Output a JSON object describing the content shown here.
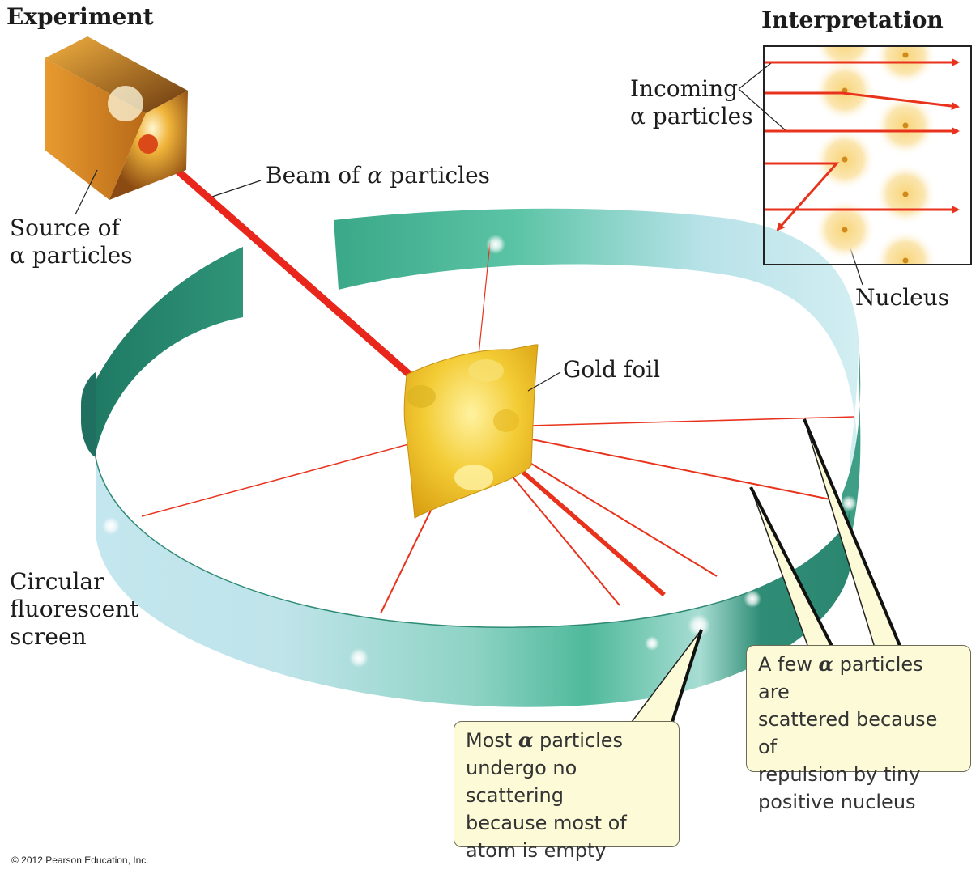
{
  "headers": {
    "experiment": "Experiment",
    "interpretation": "Interpretation"
  },
  "labels": {
    "source_line1": "Source of",
    "source_line2": "α particles",
    "beam_prefix": "Beam of ",
    "beam_alpha": "α",
    "beam_suffix": " particles",
    "gold_foil": "Gold foil",
    "screen_line1": "Circular",
    "screen_line2": "fluorescent",
    "screen_line3": "screen",
    "incoming_line1": "Incoming",
    "incoming_line2": "α particles",
    "nucleus": "Nucleus"
  },
  "callouts": {
    "most": {
      "line1_prefix": "Most ",
      "line1_alpha": "α",
      "line1_suffix": " particles",
      "line2": "undergo no scattering",
      "line3": "because most of",
      "line4": "atom is empty"
    },
    "few": {
      "line1_prefix": "A few ",
      "line1_alpha": "α",
      "line1_suffix": " particles are",
      "line2": "scattered because of",
      "line3": "repulsion by tiny",
      "line4": "positive nucleus"
    }
  },
  "copyright": "© 2012 Pearson Education, Inc.",
  "colors": {
    "beam": "#e8261c",
    "ring_dark": "#2a8a72",
    "ring_light": "#c8e8ee",
    "gold": "#f2c830",
    "callout_bg": "#fdfbd7"
  }
}
